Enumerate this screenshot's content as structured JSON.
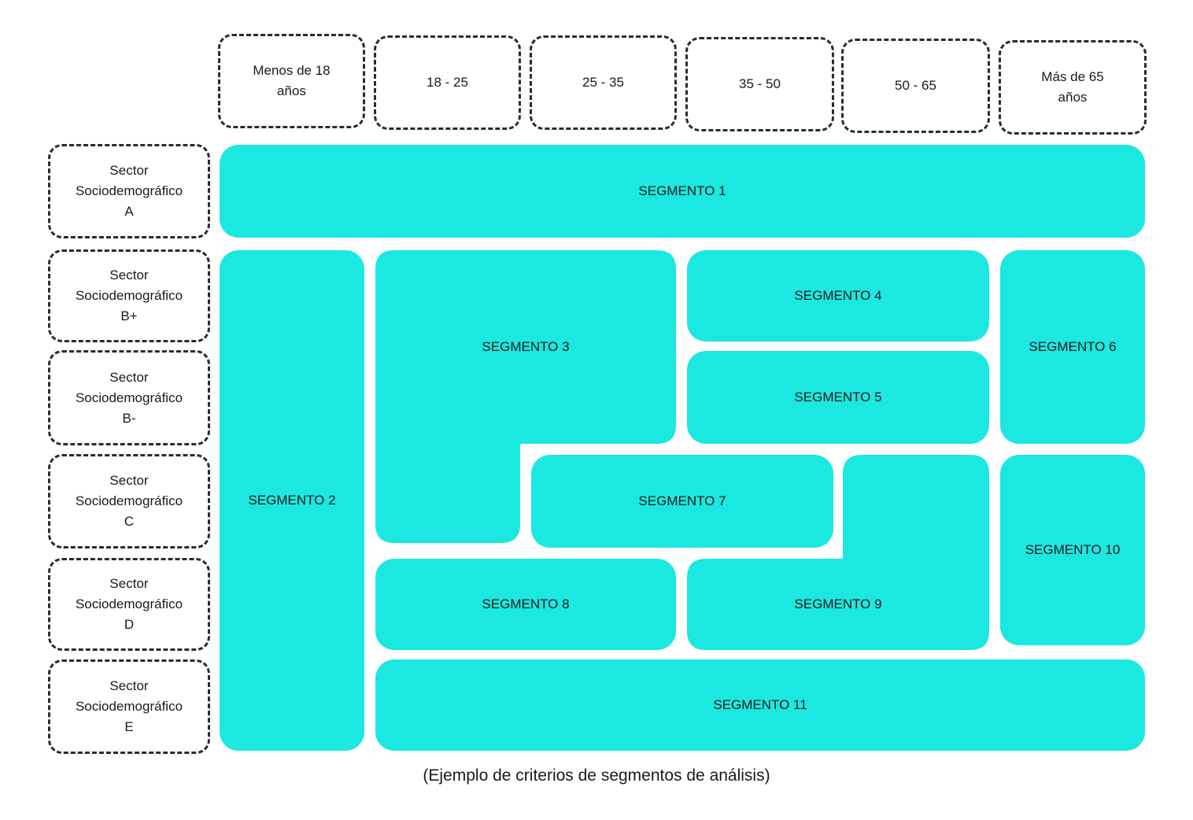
{
  "colors": {
    "segment_fill": "#1be8e0",
    "dashed_border": "#2b2b2b",
    "text": "#1a1a1a"
  },
  "age_groups": [
    "Menos de 18\naños",
    "18 - 25",
    "25 - 35",
    "35 - 50",
    "50 - 65",
    "Más de 65\naños"
  ],
  "sectors": [
    "Sector\nSociodemográfico\nA",
    "Sector\nSociodemográfico\nB+",
    "Sector\nSociodemográfico\nB-",
    "Sector\nSociodemográfico\nC",
    "Sector\nSociodemográfico\nD",
    "Sector\nSociodemográfico\nE"
  ],
  "segments": {
    "s1": "SEGMENTO 1",
    "s2": "SEGMENTO 2",
    "s3": "SEGMENTO 3",
    "s4": "SEGMENTO 4",
    "s5": "SEGMENTO 5",
    "s6": "SEGMENTO 6",
    "s7": "SEGMENTO 7",
    "s8": "SEGMENTO 8",
    "s9": "SEGMENTO 9",
    "s10": "SEGMENTO 10",
    "s11": "SEGMENTO 11"
  },
  "caption": "(Ejemplo de criterios de segmentos de análisis)"
}
